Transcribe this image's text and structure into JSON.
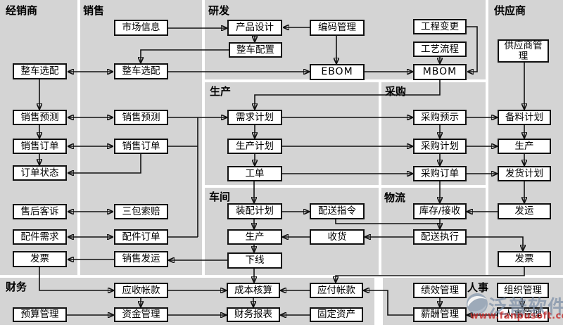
{
  "sections": {
    "dealer": "经销商",
    "sales": "销售",
    "rnd": "研发",
    "supplier": "供应商",
    "production": "生产",
    "purchasing": "采购",
    "workshop": "车间",
    "logistics": "物流",
    "finance": "财务",
    "hr": "人事"
  },
  "nodes": {
    "market_info": "市场信息",
    "dealer_vehicle_option": "整车选配",
    "sales_vehicle_option": "整车选配",
    "product_design": "产品设计",
    "coding_mgmt": "编码管理",
    "vehicle_config": "整车配置",
    "ebom": "EBOM",
    "eng_change": "工程变更",
    "process_flow": "工艺流程",
    "mbom": "MBOM",
    "supplier_mgmt": "供应商管理",
    "dealer_sales_forecast": "销售预测",
    "sales_forecast": "销售预测",
    "dealer_sales_order": "销售订单",
    "sales_order": "销售订单",
    "order_status": "订单状态",
    "after_sales_complaint": "售后客诉",
    "warranty_claim": "三包索赔",
    "parts_demand": "配件需求",
    "parts_order": "配件订单",
    "dealer_invoice": "发票",
    "sales_shipping": "销售发运",
    "demand_plan": "需求计划",
    "production_plan": "生产计划",
    "work_order": "工单",
    "purchase_forecast": "采购预示",
    "purchase_plan": "采购计划",
    "purchase_order": "采购订单",
    "material_plan": "备料计划",
    "supplier_production": "生产",
    "delivery_plan": "发货计划",
    "assembly_plan": "装配计划",
    "dispatch_order": "配送指令",
    "workshop_production": "生产",
    "goods_receipt": "收货",
    "offline": "下线",
    "inventory_receiving": "库存/接收",
    "dispatch_execution": "配送执行",
    "shipment": "发运",
    "supplier_invoice": "发票",
    "accounts_receivable": "应收帐款",
    "cost_accounting": "成本核算",
    "budget_mgmt": "预算管理",
    "fund_mgmt": "资金管理",
    "financial_report": "财务报表",
    "accounts_payable": "应付帐款",
    "fixed_assets": "固定资产",
    "performance_mgmt": "绩效管理",
    "salary_mgmt": "薪酬管理",
    "org_mgmt": "组织管理",
    "personnel_mgmt": "人事管理"
  },
  "watermark": {
    "brand": "泛普软件",
    "url": "www.fanpusoft.com"
  },
  "colors": {
    "panel_gray": "#d4d4d4",
    "line_black": "#111111",
    "watermark_blue": "#7d8fa6",
    "watermark_red": "#c42020"
  }
}
